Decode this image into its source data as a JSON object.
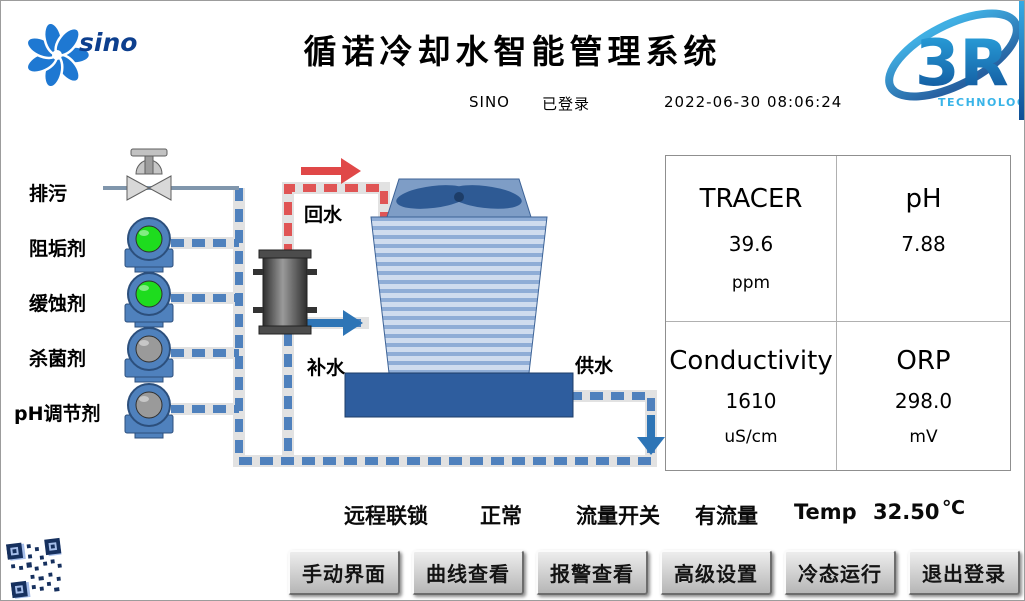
{
  "header": {
    "title": "循诺冷却水智能管理系统",
    "user": "SINO",
    "login_status": "已登录",
    "datetime": "2022-06-30 08:06:24"
  },
  "logos": {
    "sino_text": "sino",
    "r3_text": "3R",
    "r3_subtext": "TECHNOLOGY"
  },
  "diagram": {
    "chemical_labels": [
      "排污",
      "阻垢剂",
      "缓蚀剂",
      "杀菌剂",
      "pH调节剂"
    ],
    "pipe_labels": {
      "return": "回水",
      "makeup": "补水",
      "supply": "供水"
    },
    "pumps": [
      {
        "name": "scale-inhibitor-pump",
        "status_color": "#1edc1e"
      },
      {
        "name": "corrosion-inhibitor-pump",
        "status_color": "#1edc1e"
      },
      {
        "name": "biocide-pump",
        "status_color": "#9a9a9a"
      },
      {
        "name": "ph-adjuster-pump",
        "status_color": "#9a9a9a"
      }
    ]
  },
  "readings": [
    {
      "name": "TRACER",
      "value": "39.6",
      "unit": "ppm"
    },
    {
      "name": "pH",
      "value": "7.88",
      "unit": ""
    },
    {
      "name": "Conductivity",
      "value": "1610",
      "unit": "uS/cm"
    },
    {
      "name": "ORP",
      "value": "298.0",
      "unit": "mV"
    }
  ],
  "status": [
    {
      "label": "远程联锁",
      "value": "正常"
    },
    {
      "label": "流量开关",
      "value": "有流量"
    },
    {
      "label": "Temp",
      "value": "32.50",
      "unit": "℃"
    }
  ],
  "buttons": [
    {
      "label": "手动界面"
    },
    {
      "label": "曲线查看"
    },
    {
      "label": "报警查看"
    },
    {
      "label": "高级设置"
    },
    {
      "label": "冷态运行"
    },
    {
      "label": "退出登录"
    }
  ],
  "colors": {
    "pipe_blue": "#4f81bd",
    "pipe_red": "#e05555",
    "tower_base_blue": "#2e5d9e",
    "pump_on": "#1edc1e",
    "pump_off": "#9a9a9a"
  }
}
